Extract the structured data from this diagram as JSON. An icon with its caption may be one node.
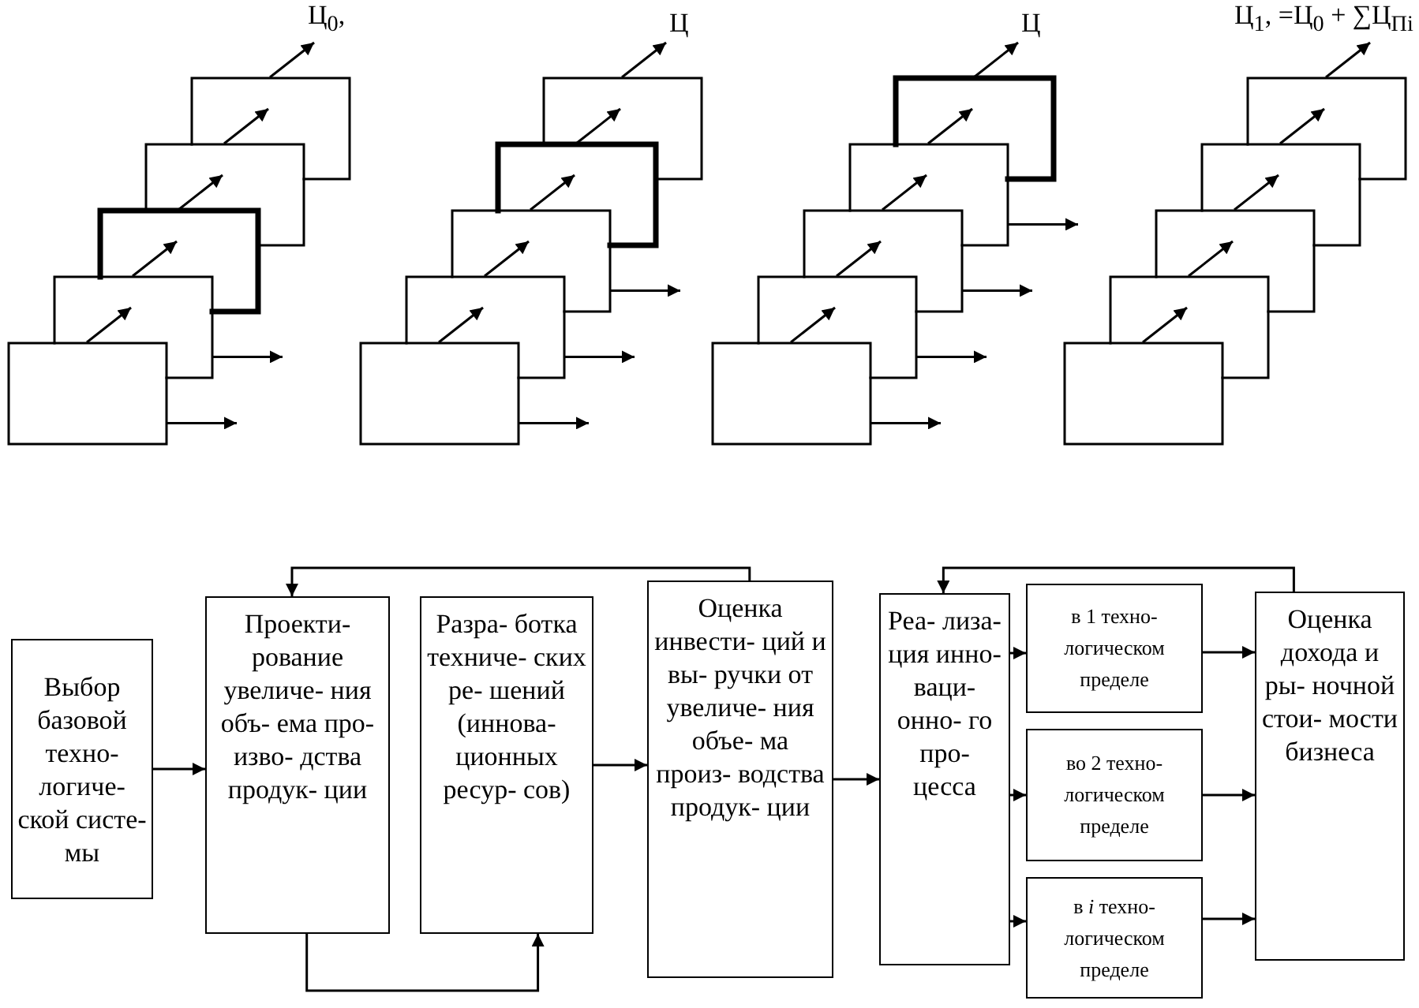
{
  "diagram": {
    "nodes": [
      {
        "text": [],
        "shape": "box"
      },
      {
        "text": [],
        "shape": "box"
      },
      {
        "text": [],
        "shape": "box"
      },
      {
        "text": [],
        "shape": "box"
      },
      {
        "text": [],
        "shape": "box"
      },
      {
        "text": [],
        "shape": "box"
      },
      {
        "text": [],
        "shape": "box"
      },
      {
        "text": [],
        "shape": "box"
      },
      {
        "text": [],
        "shape": "box"
      },
      {
        "text": [],
        "shape": "box"
      },
      {
        "text": [],
        "shape": "box"
      },
      {
        "text": [],
        "shape": "box"
      },
      {
        "text": [],
        "shape": "box"
      },
      {
        "text": [],
        "shape": "box"
      },
      {
        "text": [],
        "shape": "box"
      },
      {
        "text": [],
        "shape": "box"
      },
      {
        "text": [],
        "shape": "box"
      },
      {
        "text": [],
        "shape": "box"
      },
      {
        "text": [],
        "shape": "box"
      },
      {
        "text": [],
        "shape": "box"
      },
      {
        "text": [
          "Выбор базовой техно- логиче- ской систе- мы"
        ]
      },
      {
        "text": [
          "Проекти- рование увеличе- ния объ- ема про- изво- дства продук- ции"
        ]
      },
      {
        "text": [
          "Разра- ботка техниче- ских ре- шений (иннова- ционных ресур- сов)"
        ]
      },
      {
        "text": [
          "Оценка инвести- ций и вы- ручки от увеличе- ния объе- ма произ- водства продук- ции"
        ]
      },
      {
        "text": [
          "Реа- лиза- ция инно- ваци- онно- го про- цесса"
        ]
      },
      {
        "text": [
          "в 1 техно- логическом пределе"
        ]
      },
      {
        "text": [
          "во 2 техно- логическом пределе"
        ]
      },
      {
        "text": [
          "в *i* техно- логическом пределе"
        ]
      },
      {
        "text": [
          "Оценка дохода и ры- ночной стои- мости бизнеса"
        ]
      }
    ],
    "edges": [
      {
        "from": 0,
        "to": 1,
        "arrow": "to"
      },
      {
        "from": 1,
        "to": 2,
        "arrow": "to"
      },
      {
        "from": 2,
        "to": 3,
        "arrow": "to"
      },
      {
        "from": 3,
        "to": 4,
        "arrow": "to"
      },
      {
        "from": 4,
        "to": null,
        "arrow": "to",
        "label": "Ц$_{0}$,"
      },
      {
        "from": 5,
        "to": 6,
        "arrow": "to"
      },
      {
        "from": 6,
        "to": 7,
        "arrow": "to"
      },
      {
        "from": 7,
        "to": 8,
        "arrow": "to"
      },
      {
        "from": 8,
        "to": 9,
        "arrow": "to"
      },
      {
        "from": 9,
        "to": null,
        "arrow": "to",
        "label": "Ц"
      },
      {
        "from": 10,
        "to": 11,
        "arrow": "to"
      },
      {
        "from": 11,
        "to": 12,
        "arrow": "to"
      },
      {
        "from": 12,
        "to": 13,
        "arrow": "to"
      },
      {
        "from": 13,
        "to": 14,
        "arrow": "to"
      },
      {
        "from": 14,
        "to": null,
        "arrow": "to",
        "label": "Ц"
      },
      {
        "from": 15,
        "to": 16,
        "arrow": "to"
      },
      {
        "from": 16,
        "to": 17,
        "arrow": "to"
      },
      {
        "from": 17,
        "to": 18,
        "arrow": "to"
      },
      {
        "from": 18,
        "to": 19,
        "arrow": "to"
      },
      {
        "from": 19,
        "to": null,
        "arrow": "to",
        "label": "Ц$_{1}$, =Ц$_{0}$ + ∑Ц$_{Пi}$"
      },
      {
        "from": 0,
        "to": null,
        "arrow": "to"
      },
      {
        "from": 1,
        "to": null,
        "arrow": "to"
      },
      {
        "from": 5,
        "to": null,
        "arrow": "to"
      },
      {
        "from": 6,
        "to": null,
        "arrow": "to"
      },
      {
        "from": 7,
        "to": null,
        "arrow": "to"
      },
      {
        "from": 10,
        "to": null,
        "arrow": "to"
      },
      {
        "from": 11,
        "to": null,
        "arrow": "to"
      },
      {
        "from": 12,
        "to": null,
        "arrow": "to"
      },
      {
        "from": 13,
        "to": null,
        "arrow": "to"
      },
      {
        "from": 20,
        "to": 21,
        "arrow": "to"
      },
      {
        "from": 21,
        "to": 22,
        "arrow": "to"
      },
      {
        "from": 23,
        "to": 21,
        "arrow": "to"
      },
      {
        "from": 22,
        "to": 23,
        "arrow": "to"
      },
      {
        "from": 23,
        "to": 24,
        "arrow": "to"
      },
      {
        "from": 24,
        "to": 25,
        "arrow": "to"
      },
      {
        "from": 24,
        "to": 26,
        "arrow": "to"
      },
      {
        "from": 24,
        "to": 27,
        "arrow": "to"
      },
      {
        "from": 25,
        "to": 28,
        "arrow": "to"
      },
      {
        "from": 26,
        "to": 28,
        "arrow": "to"
      },
      {
        "from": 27,
        "to": 28,
        "arrow": "to"
      },
      {
        "from": 28,
        "to": 24,
        "arrow": "to"
      }
    ]
  }
}
